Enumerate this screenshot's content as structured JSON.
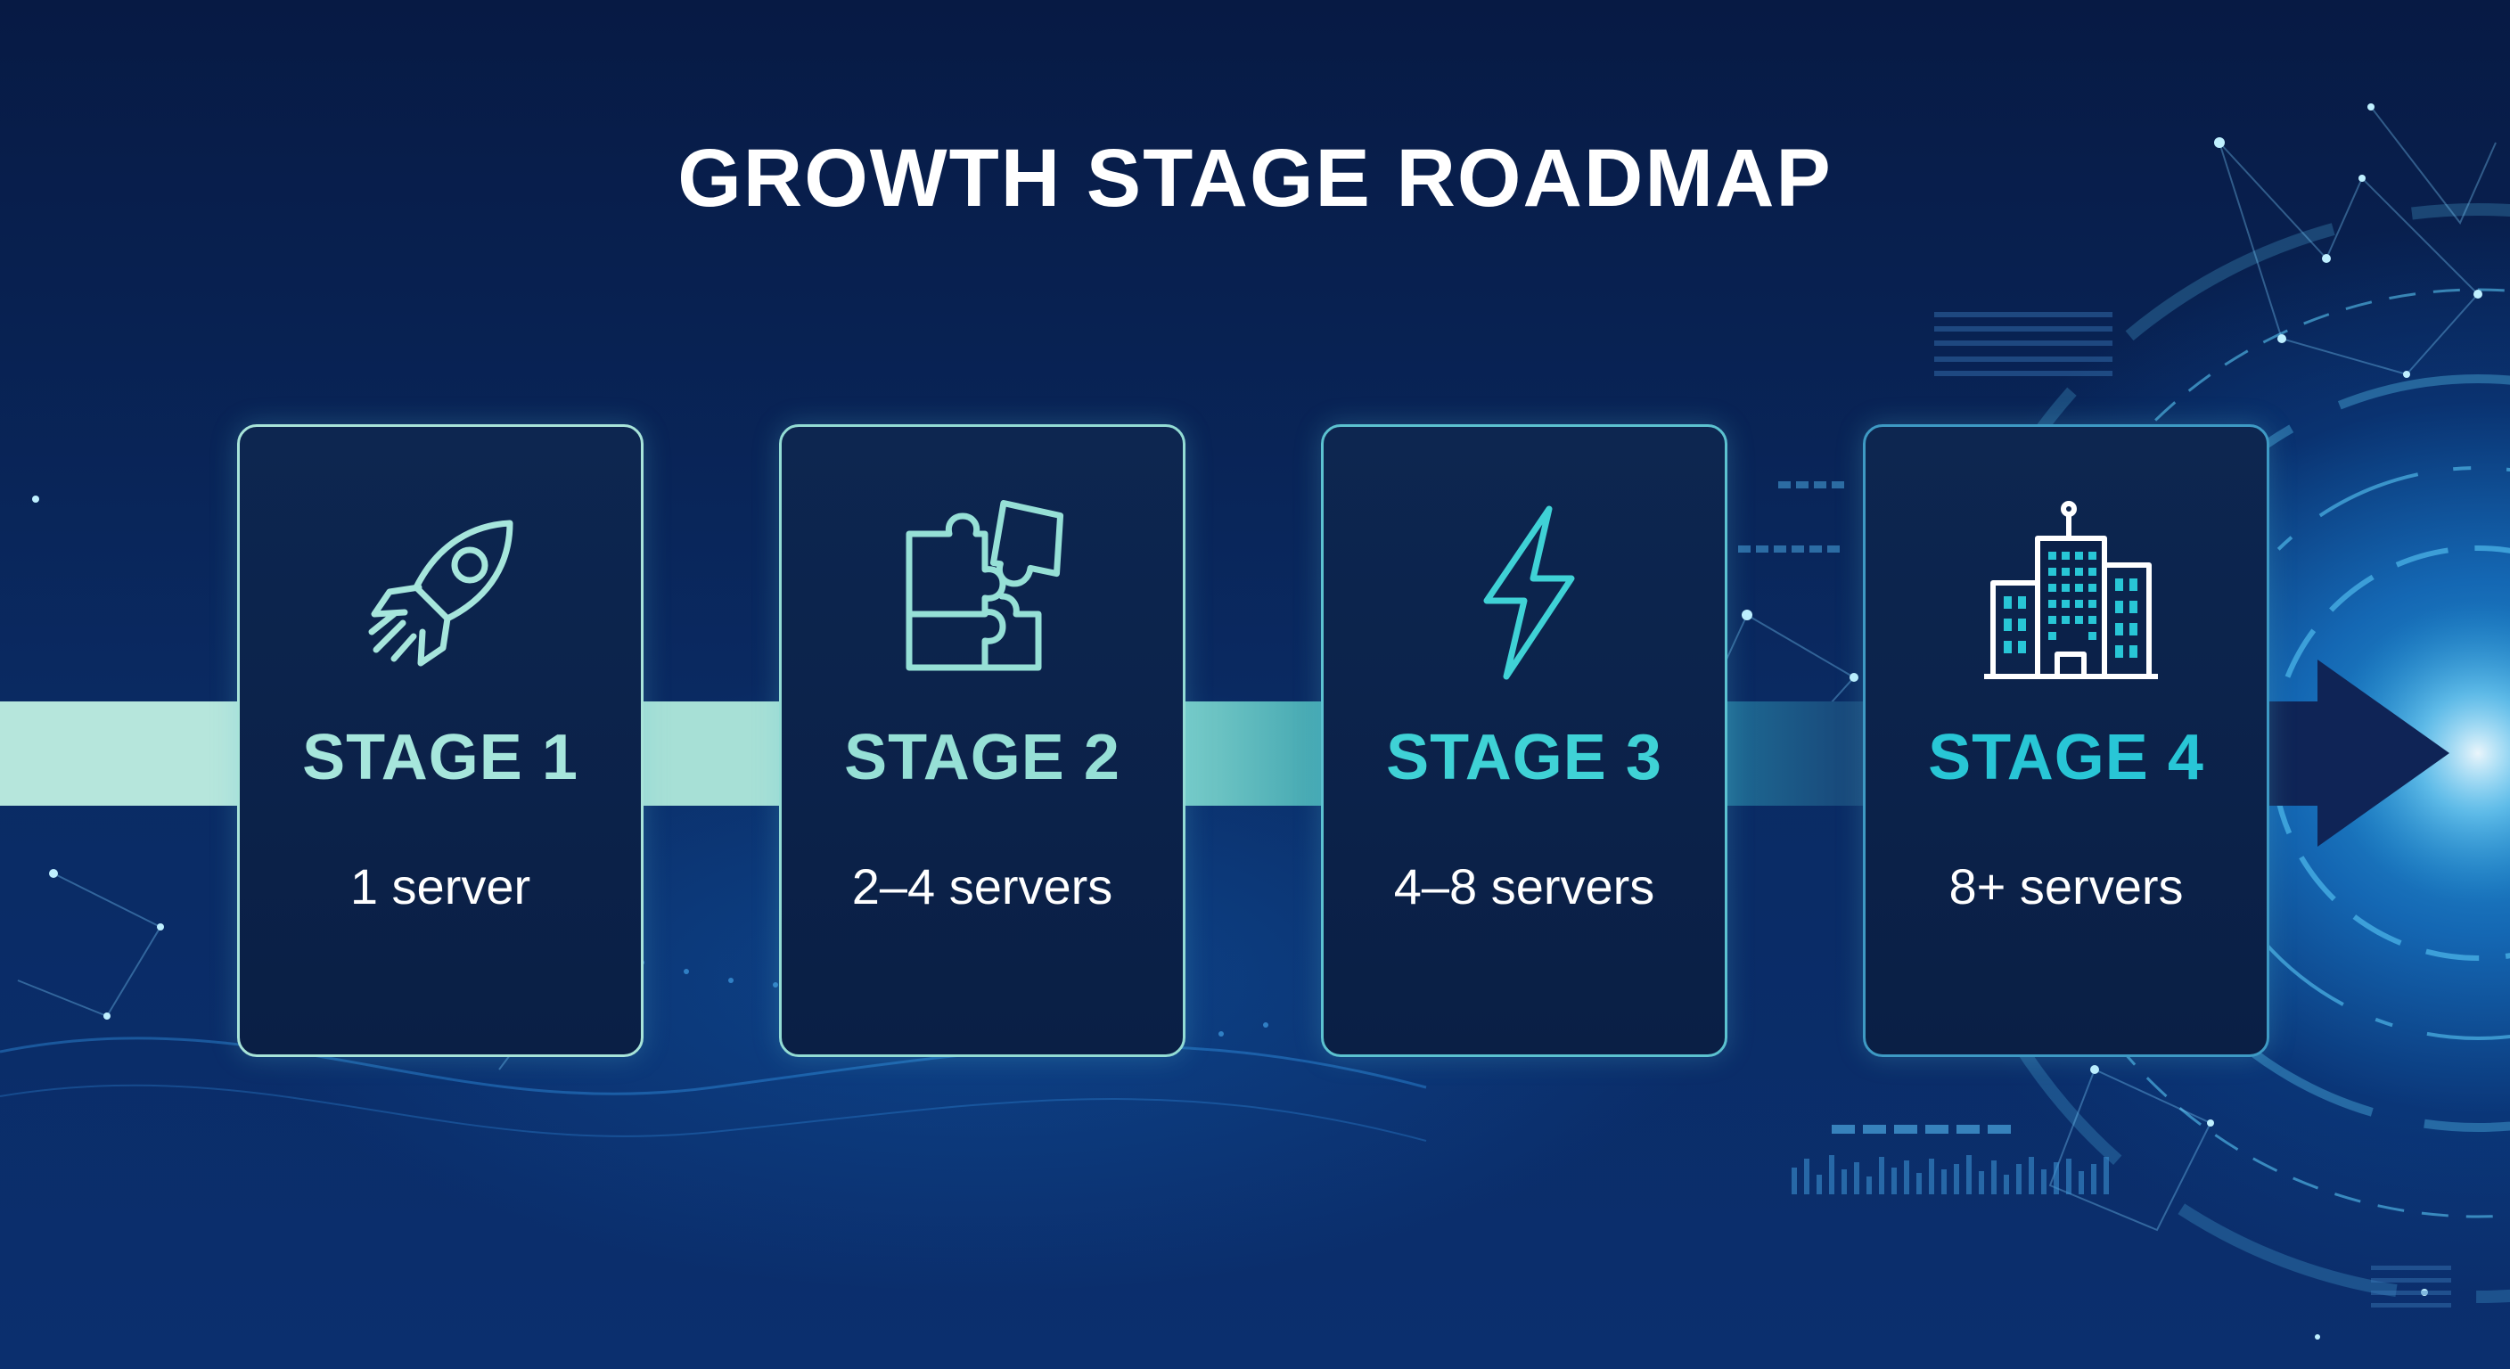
{
  "title": "GROWTH STAGE ROADMAP",
  "colors": {
    "background": "#0a2b64",
    "card_fill": "#0b2149",
    "stage_1": "#a6e6dc",
    "stage_2": "#96e0d6",
    "stage_3": "#3fd2d6",
    "stage_4": "#28c6d6"
  },
  "stages": [
    {
      "label": "STAGE 1",
      "servers": "1 server",
      "icon": "rocket-icon"
    },
    {
      "label": "STAGE 2",
      "servers": "2–4 servers",
      "icon": "puzzle-icon"
    },
    {
      "label": "STAGE 3",
      "servers": "4–8 servers",
      "icon": "lightning-icon"
    },
    {
      "label": "STAGE 4",
      "servers": "8+ servers",
      "icon": "building-icon"
    }
  ]
}
